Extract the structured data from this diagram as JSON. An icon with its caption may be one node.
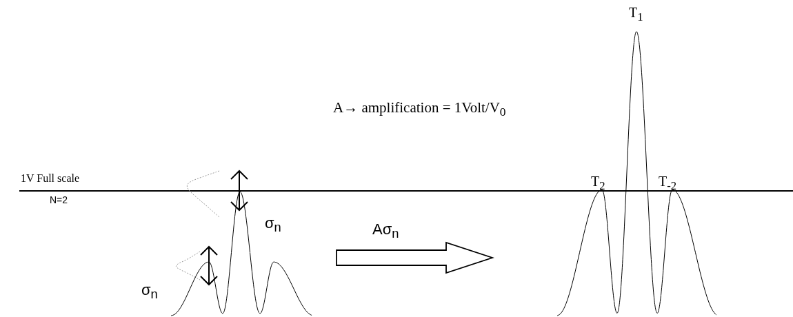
{
  "diagram": {
    "nodes": [
      {
        "text": [],
        "shape": "picture"
      },
      {
        "text": [],
        "shape": "picture"
      }
    ],
    "edges": [
      {
        "from": 0,
        "to": 1,
        "arrow": "to",
        "label": "Aσ$_{n}$",
        "style": "thick"
      }
    ],
    "labels": [
      "T$_{1}$",
      "A→ amplification = 1Volt/V$_{0}$",
      "1V Full scale",
      "T$_{2}$",
      "T$_{-2}$",
      "N=2",
      "σ$_{n}$",
      "σ$_{n}$"
    ]
  }
}
